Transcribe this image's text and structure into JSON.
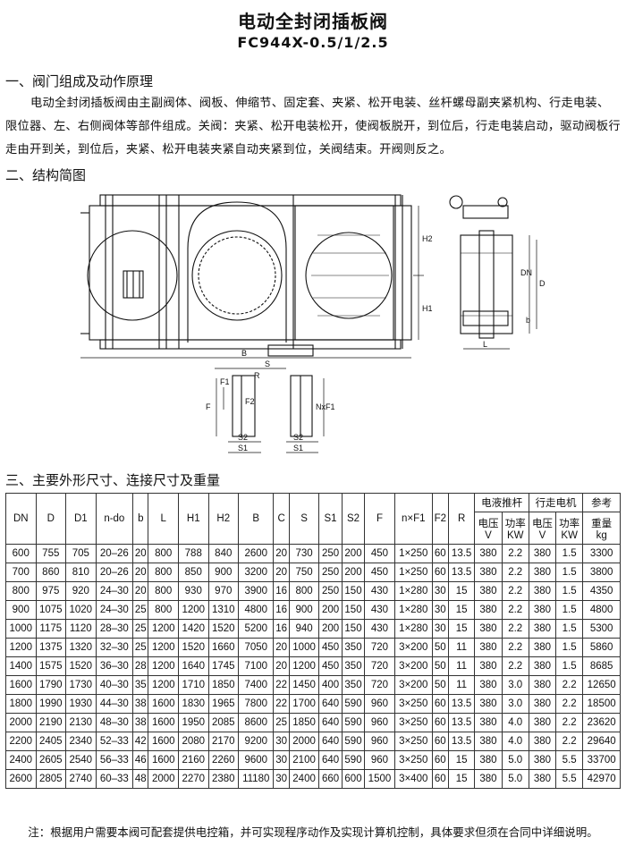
{
  "title": "电动全封闭插板阀",
  "model": "FC944X-0.5/1/2.5",
  "section1": {
    "heading": "一、阀门组成及动作原理",
    "body": "电动全封闭插板阀由主副阀体、阀板、伸缩节、固定套、夹紧、松开电装、丝杆螺母副夹紧机构、行走电装、限位器、左、右侧阀体等部件组成。关阀：夹紧、松开电装松开，使阀板脱开，到位后，行走电装启动，驱动阀板行走由开到关，到位后，夹紧、松开电装夹紧自动夹紧到位，关阀结束。开阀则反之。"
  },
  "section2": {
    "heading": "二、结构简图",
    "dim_labels": {
      "H2": "H2",
      "H1": "H1",
      "B": "B",
      "DN": "DN",
      "D": "D",
      "L": "L",
      "b": "b",
      "S": "S",
      "S1": "S1",
      "S2": "S2",
      "R": "R",
      "F": "F",
      "F1": "F1",
      "F2": "F2",
      "NxF1": "NxF1"
    }
  },
  "section3": {
    "heading": "三、主要外形尺寸、连接尺寸及重量"
  },
  "table": {
    "headers": {
      "DN": "DN",
      "D": "D",
      "D1": "D1",
      "ndo": "n-do",
      "b": "b",
      "L": "L",
      "H1": "H1",
      "H2": "H2",
      "B": "B",
      "C": "C",
      "S": "S",
      "S1": "S1",
      "S2": "S2",
      "F": "F",
      "nxF1": "n×F1",
      "F2": "F2",
      "R": "R",
      "group_pump": "电液推杆",
      "group_motor": "行走电机",
      "group_ref": "参考",
      "voltage": "电压",
      "voltage_unit": "V",
      "power": "功率",
      "power_unit": "KW",
      "weight": "重量",
      "weight_unit": "kg"
    },
    "rows": [
      [
        "600",
        "755",
        "705",
        "20–26",
        "20",
        "800",
        "788",
        "840",
        "2600",
        "20",
        "730",
        "250",
        "200",
        "450",
        "1×250",
        "60",
        "13.5",
        "380",
        "2.2",
        "380",
        "1.5",
        "3300"
      ],
      [
        "700",
        "860",
        "810",
        "20–26",
        "20",
        "800",
        "850",
        "900",
        "3200",
        "20",
        "750",
        "250",
        "200",
        "450",
        "1×250",
        "60",
        "13.5",
        "380",
        "2.2",
        "380",
        "1.5",
        "3800"
      ],
      [
        "800",
        "975",
        "920",
        "24–30",
        "20",
        "800",
        "930",
        "970",
        "3900",
        "16",
        "800",
        "250",
        "150",
        "430",
        "1×280",
        "30",
        "15",
        "380",
        "2.2",
        "380",
        "1.5",
        "4350"
      ],
      [
        "900",
        "1075",
        "1020",
        "24–30",
        "25",
        "800",
        "1200",
        "1310",
        "4800",
        "16",
        "900",
        "200",
        "150",
        "430",
        "1×280",
        "30",
        "15",
        "380",
        "2.2",
        "380",
        "1.5",
        "4800"
      ],
      [
        "1000",
        "1175",
        "1120",
        "28–30",
        "25",
        "1200",
        "1420",
        "1520",
        "5200",
        "16",
        "940",
        "200",
        "150",
        "430",
        "1×280",
        "30",
        "15",
        "380",
        "2.2",
        "380",
        "1.5",
        "5300"
      ],
      [
        "1200",
        "1375",
        "1320",
        "32–30",
        "25",
        "1200",
        "1520",
        "1660",
        "7050",
        "20",
        "1000",
        "450",
        "350",
        "720",
        "3×200",
        "50",
        "11",
        "380",
        "2.2",
        "380",
        "1.5",
        "5860"
      ],
      [
        "1400",
        "1575",
        "1520",
        "36–30",
        "28",
        "1200",
        "1640",
        "1745",
        "7100",
        "20",
        "1200",
        "450",
        "350",
        "720",
        "3×200",
        "50",
        "11",
        "380",
        "2.2",
        "380",
        "1.5",
        "8685"
      ],
      [
        "1600",
        "1790",
        "1730",
        "40–30",
        "35",
        "1200",
        "1710",
        "1850",
        "7400",
        "22",
        "1450",
        "400",
        "350",
        "720",
        "3×200",
        "50",
        "11",
        "380",
        "3.0",
        "380",
        "2.2",
        "12650"
      ],
      [
        "1800",
        "1990",
        "1930",
        "44–30",
        "38",
        "1600",
        "1830",
        "1965",
        "7800",
        "22",
        "1700",
        "640",
        "590",
        "960",
        "3×250",
        "60",
        "13.5",
        "380",
        "3.0",
        "380",
        "2.2",
        "18500"
      ],
      [
        "2000",
        "2190",
        "2130",
        "48–30",
        "38",
        "1600",
        "1950",
        "2085",
        "8600",
        "25",
        "1850",
        "640",
        "590",
        "960",
        "3×250",
        "60",
        "13.5",
        "380",
        "4.0",
        "380",
        "2.2",
        "23620"
      ],
      [
        "2200",
        "2405",
        "2340",
        "52–33",
        "42",
        "1600",
        "2080",
        "2170",
        "9200",
        "30",
        "2000",
        "640",
        "590",
        "960",
        "3×250",
        "60",
        "13.5",
        "380",
        "4.0",
        "380",
        "2.2",
        "29640"
      ],
      [
        "2400",
        "2605",
        "2540",
        "56–33",
        "46",
        "1600",
        "2160",
        "2260",
        "9600",
        "30",
        "2100",
        "640",
        "590",
        "960",
        "3×250",
        "60",
        "15",
        "380",
        "5.0",
        "380",
        "5.5",
        "33700"
      ],
      [
        "2600",
        "2805",
        "2740",
        "60–33",
        "48",
        "2000",
        "2270",
        "2380",
        "11180",
        "30",
        "2400",
        "660",
        "600",
        "1500",
        "3×400",
        "60",
        "15",
        "380",
        "5.0",
        "380",
        "5.5",
        "42970"
      ]
    ]
  },
  "note": "注：根据用户需要本阀可配套提供电控箱，并可实现程序动作及实现计算机控制，具体要求但须在合同中详细说明。"
}
